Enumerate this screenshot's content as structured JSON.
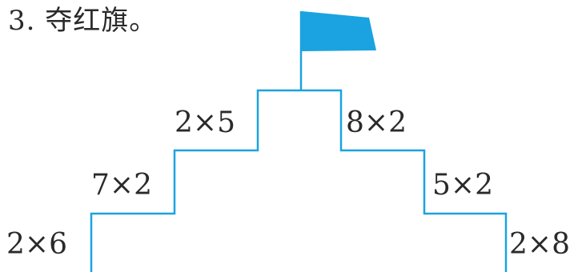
{
  "title": "3. 夺红旗。",
  "colors": {
    "stairs": "#1aa3e0",
    "flag": "#1aa3e0",
    "pole": "#1aa3e0",
    "text": "#2a2a2a"
  },
  "staircase": {
    "left_steps": [
      "2×6",
      "7×2",
      "2×5"
    ],
    "right_steps": [
      "8×2",
      "5×2",
      "2×8"
    ]
  },
  "flag_icon": "blue-flag-icon"
}
